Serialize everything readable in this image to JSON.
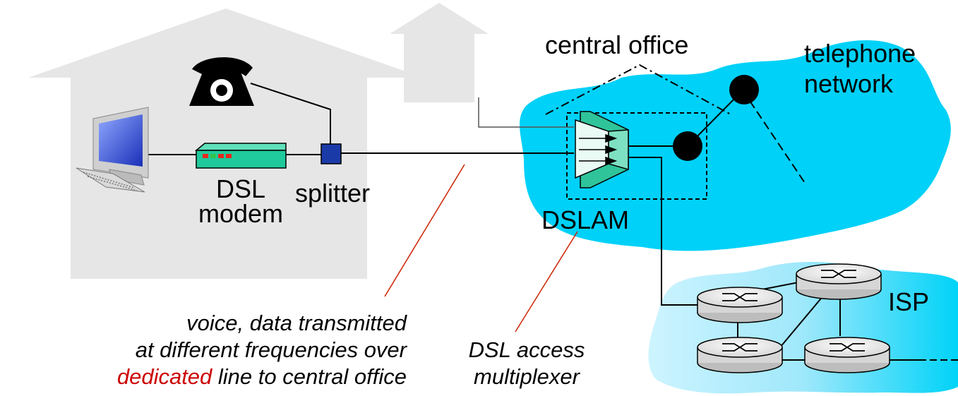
{
  "labels": {
    "central_office": "central office",
    "telephone_network_line1": "telephone",
    "telephone_network_line2": "network",
    "dsl_modem_line1": "DSL",
    "dsl_modem_line2": "modem",
    "splitter": "splitter",
    "dslam": "DSLAM",
    "isp": "ISP"
  },
  "annotations": {
    "line_note_1": "voice, data transmitted",
    "line_note_2": "at different frequencies over",
    "line_note_3_highlight": "dedicated",
    "line_note_3_rest": " line to central office",
    "dslam_note_1": "DSL access",
    "dslam_note_2": "multiplexer"
  },
  "colors": {
    "house": "#e6e6e6",
    "telephone_cloud": "#00d1f8",
    "isp_cloud": "#a8ecfb",
    "annotation_pointer": "#cc2200",
    "highlight_text": "#cc0000",
    "modem": "#1fc99b",
    "splitter": "#1a3aa8",
    "dslam": "#2fc49a",
    "router": "#eeeeee"
  },
  "icons": [
    "computer-icon",
    "telephone-icon",
    "dsl-modem-icon",
    "splitter-icon",
    "dslam-icon",
    "router-icon"
  ]
}
